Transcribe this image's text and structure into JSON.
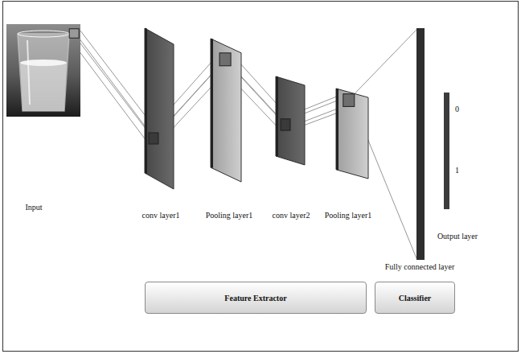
{
  "diagram": {
    "nodes": [
      {
        "text": [
          "Input"
        ]
      },
      {
        "text": [
          "conv layer1"
        ]
      },
      {
        "text": [
          "Pooling layer1"
        ]
      },
      {
        "text": [
          "conv layer2"
        ]
      },
      {
        "text": [
          "Pooling layer1"
        ]
      },
      {
        "text": [
          "Fully connected layer"
        ]
      },
      {
        "text": [
          "0",
          "1",
          "Output layer"
        ]
      },
      {
        "text": [
          "Feature Extractor"
        ]
      },
      {
        "text": [
          "Classifier"
        ]
      }
    ],
    "edges": [
      {
        "from": 0,
        "to": 1,
        "arrow": "none"
      },
      {
        "from": 1,
        "to": 2,
        "arrow": "none"
      },
      {
        "from": 2,
        "to": 3,
        "arrow": "none"
      },
      {
        "from": 3,
        "to": 4,
        "arrow": "none"
      },
      {
        "from": 4,
        "to": 5,
        "arrow": "none"
      }
    ]
  }
}
